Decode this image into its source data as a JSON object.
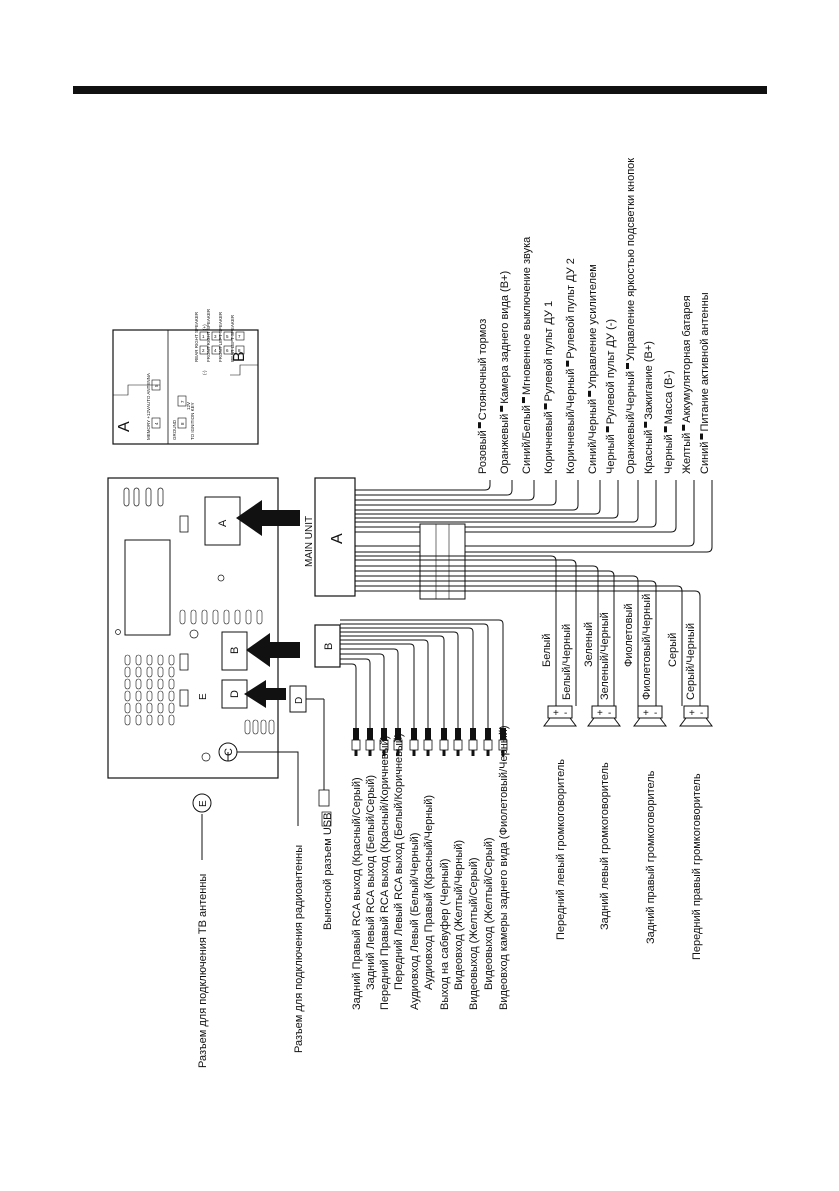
{
  "diagram": {
    "connector_block": {
      "left_label": "A",
      "right_label": "B",
      "a_pins": [
        "MEMORY +12V",
        "AUTO ANTENNA",
        "GROUND",
        "TO IGNITION KEY"
      ],
      "a_pin_values": [
        "4",
        "5",
        "8",
        "7",
        "12V"
      ],
      "b_pins": [
        "REAR RIGHT SPEAKER",
        "FRONT RIGHT SPEAKER",
        "FRONT LEFT SPEAKER",
        "REAR LEFT SPEAKER"
      ],
      "b_pin_values": [
        "2",
        "1",
        "4",
        "3",
        "6",
        "5",
        "8",
        "7"
      ],
      "polarity": [
        "(-)",
        "(+)"
      ]
    },
    "main_unit_label": "MAIN UNIT",
    "plug_a": "A",
    "plug_b": "B",
    "plug_d": "D",
    "unit_labels": {
      "a": "A",
      "b": "B",
      "c": "C",
      "d": "D",
      "e": "E",
      "e_circle": "E"
    },
    "a_wires": [
      {
        "color": "Розовый",
        "function": "Стояночный тормоз"
      },
      {
        "color": "Оранжевый",
        "function": "Камера заднего вида (B+)"
      },
      {
        "color": "Синий/Белый",
        "function": "Мгновенное выключение звука"
      },
      {
        "color": "Коричневый",
        "function": "Рулевой пульт ДУ 1"
      },
      {
        "color": "Коричневый/Черный",
        "function": "Рулевой пульт ДУ 2"
      },
      {
        "color": "Синий/Черный",
        "function": "Управление усилителем"
      },
      {
        "color": "Черный",
        "function": "Рулевой пульт ДУ (-)"
      },
      {
        "color": "Оранжевый/Черный",
        "function": "Управление яркостью подсветки кнопок"
      },
      {
        "color": "Красный",
        "function": "Зажигание (B+)"
      },
      {
        "color": "Черный",
        "function": "Масса (B-)"
      },
      {
        "color": "Желтый",
        "function": "Аккумуляторная батарея"
      },
      {
        "color": "Синий",
        "function": "Питание активной антенны"
      }
    ],
    "speaker_wires": [
      "Белый",
      "Белый/Черный",
      "Зеленый",
      "Зеленый/Черный",
      "Фиолетовый",
      "Фиолетовый/Черный",
      "Серый",
      "Серый/Черный"
    ],
    "speakers": [
      "Передний левый громкоговоритель",
      "Задний левый громкоговоритель",
      "Задний правый громкоговоритель",
      "Передний правый громкоговоритель"
    ],
    "speaker_polarity": [
      "+",
      "-"
    ],
    "rca_labels": [
      "Задний Правый RCA выход (Красный/Серый)",
      "Задний Левый RCA выход (Белый/Серый)",
      "Передний Правый RCA выход (Красный/Коричневый)",
      "Передний Левый RCA выход (Белый/Коричневый)",
      "Аудиовход Левый (Белый/Черный)",
      "Аудиовход Правый (Красный/Черный)",
      "Выход на сабвуфер (Черный)",
      "Видеовход (Желтый/Черный)",
      "Видеовыход (Желтый/Серый)",
      "Видеовыход (Желтый/Серый)",
      "Видеовход камеры заднего вида (Фиолетовый/Черный)"
    ],
    "usb_label": "Выносной разъем USB",
    "radio_antenna_label": "Разъем для подключения радиоантенны",
    "tv_antenna_label": "Разъем для подключения ТВ антенны"
  }
}
